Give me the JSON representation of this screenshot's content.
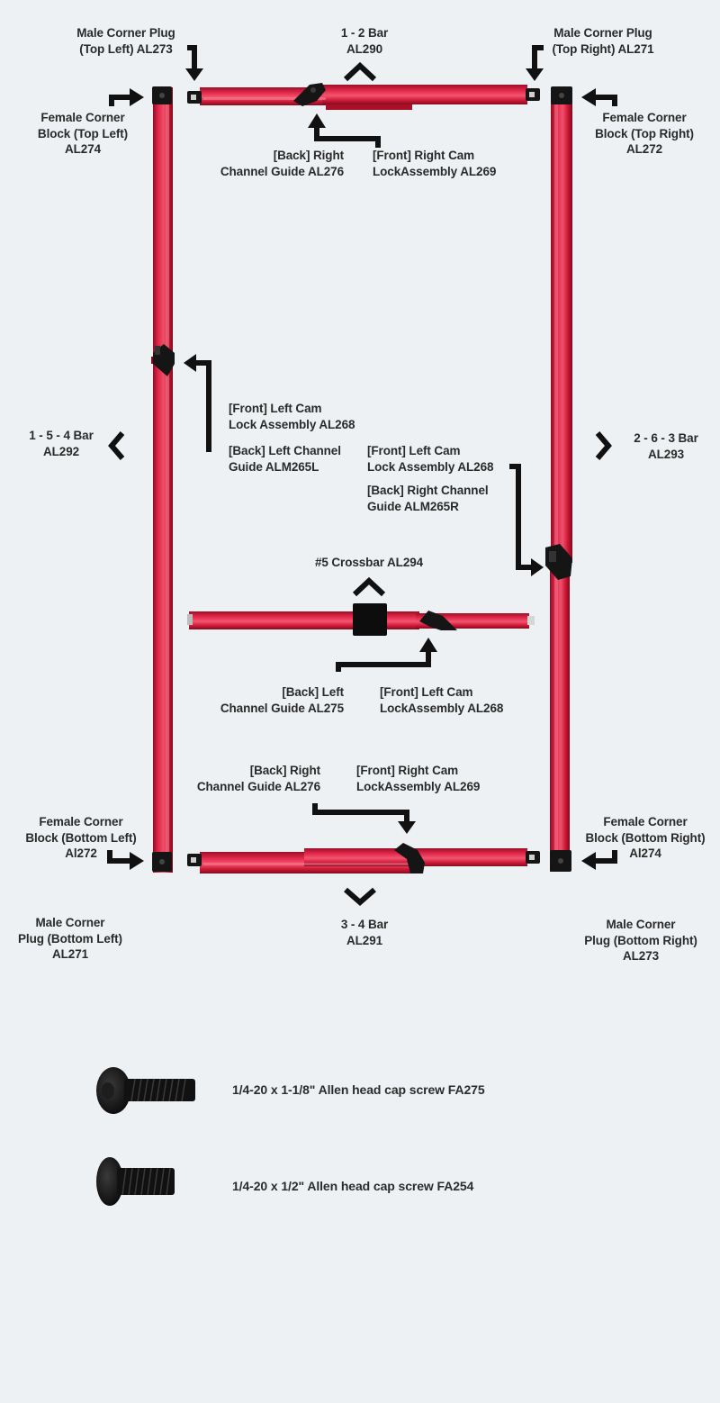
{
  "colors": {
    "background": "#eef1f3",
    "bar_red": "#d91e3c",
    "bar_red_dark": "#9a0f26",
    "bar_red_light": "#f05a70",
    "hardware_black": "#151515",
    "arrow_black": "#111111",
    "text": "#2a2a2a"
  },
  "labels": {
    "male_plug_top_left": "Male Corner Plug\n(Top Left) AL273",
    "bar_1_2": "1 - 2 Bar\nAL290",
    "male_plug_top_right": "Male Corner Plug\n(Top Right) AL271",
    "female_block_top_left": "Female Corner\nBlock (Top Left)\nAL274",
    "female_block_top_right": "Female Corner\nBlock (Top Right)\nAL272",
    "back_right_channel_top": "[Back] Right\nChannel Guide AL276",
    "front_right_cam_top": "[Front] Right Cam\nLockAssembly AL269",
    "front_left_cam_left": "[Front] Left Cam\nLock Assembly AL268",
    "back_left_channel_left": "[Back] Left Channel\nGuide ALM265L",
    "bar_1_5_4": "1 - 5 - 4 Bar\nAL292",
    "front_left_cam_right": "[Front] Left Cam\nLock Assembly AL268",
    "back_right_channel_right": "[Back] Right Channel\nGuide ALM265R",
    "bar_2_6_3": "2 - 6 - 3 Bar\nAL293",
    "crossbar": "#5 Crossbar AL294",
    "back_left_channel_cross": "[Back] Left\nChannel Guide AL275",
    "front_left_cam_cross": "[Front] Left Cam\nLockAssembly AL268",
    "back_right_channel_bottom": "[Back] Right\nChannel Guide AL276",
    "front_right_cam_bottom": "[Front] Right Cam\nLockAssembly AL269",
    "female_block_bottom_left": "Female Corner\nBlock (Bottom Left)\nAl272",
    "female_block_bottom_right": "Female Corner\nBlock (Bottom Right)\nAl274",
    "bar_3_4": "3 - 4 Bar\nAL291",
    "male_plug_bottom_left": "Male Corner\nPlug (Bottom Left)\nAL271",
    "male_plug_bottom_right": "Male Corner\nPlug (Bottom Right)\nAL273"
  },
  "screws": [
    {
      "label": "1/4-20 x 1-1/8\" Allen head cap screw FA275",
      "icon": "long-cap-screw-icon"
    },
    {
      "label": "1/4-20 x 1/2\" Allen head cap screw FA254",
      "icon": "short-cap-screw-icon"
    }
  ]
}
